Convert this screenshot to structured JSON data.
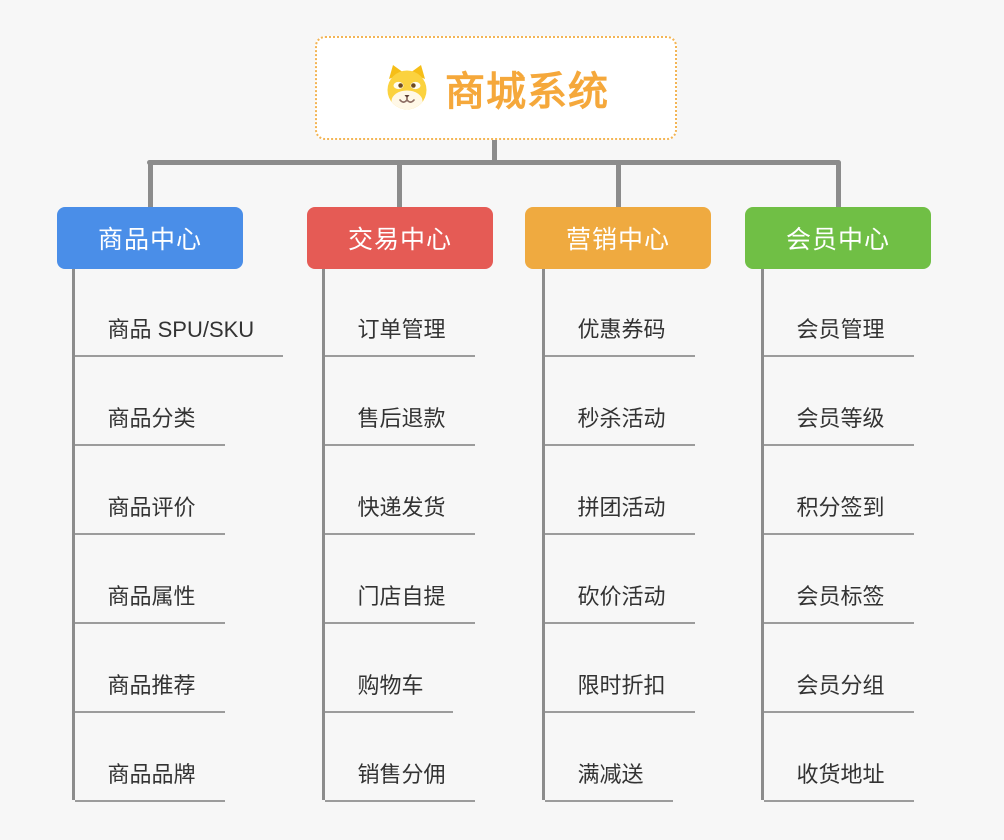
{
  "root": {
    "title": "商城系统",
    "icon": "dog-icon",
    "title_color": "#f5a83b",
    "border_color": "#f3b555"
  },
  "branches": [
    {
      "label": "商品中心",
      "color": "#4a8ee8",
      "children": [
        "商品 SPU/SKU",
        "商品分类",
        "商品评价",
        "商品属性",
        "商品推荐",
        "商品品牌"
      ]
    },
    {
      "label": "交易中心",
      "color": "#e55b55",
      "children": [
        "订单管理",
        "售后退款",
        "快递发货",
        "门店自提",
        "购物车",
        "销售分佣"
      ]
    },
    {
      "label": "营销中心",
      "color": "#efaa40",
      "children": [
        "优惠券码",
        "秒杀活动",
        "拼团活动",
        "砍价活动",
        "限时折扣",
        "满减送"
      ]
    },
    {
      "label": "会员中心",
      "color": "#70bf45",
      "children": [
        "会员管理",
        "会员等级",
        "积分签到",
        "会员标签",
        "会员分组",
        "收货地址"
      ]
    }
  ],
  "colors": {
    "background": "#f7f7f7",
    "connector": "#8c8c8c",
    "leaf_underline": "#9c9c9c",
    "leaf_text": "#333333"
  }
}
